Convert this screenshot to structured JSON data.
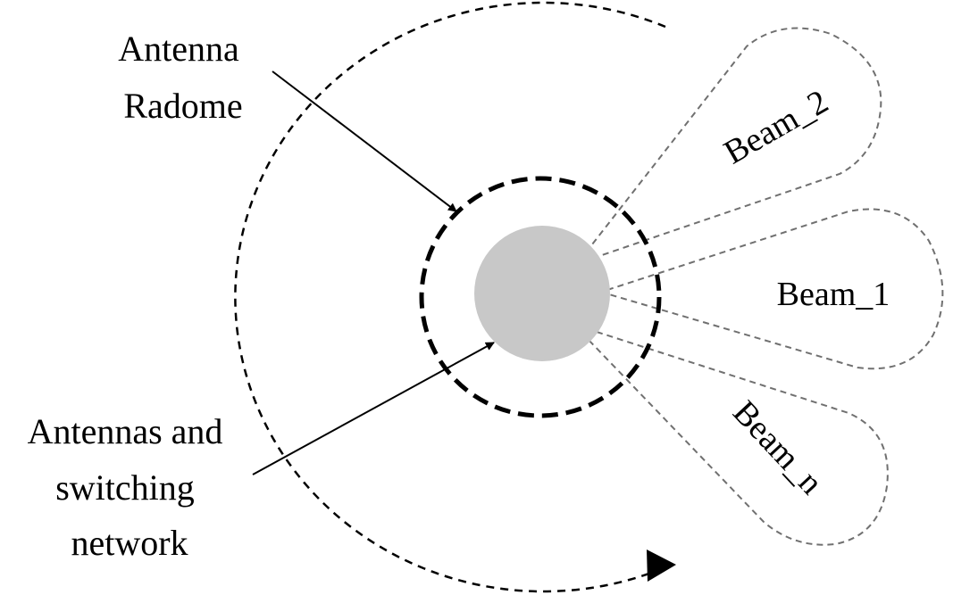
{
  "labels": {
    "radome": [
      "Antenna",
      "Radome"
    ],
    "antennas": [
      "Antennas and",
      "switching",
      "network"
    ],
    "beams": [
      "Beam_2",
      "Beam_1",
      "Beam_n"
    ]
  },
  "colors": {
    "core_fill": "#c8c8c8",
    "beam_stroke": "#707070",
    "line": "#000000",
    "background": "#ffffff"
  }
}
